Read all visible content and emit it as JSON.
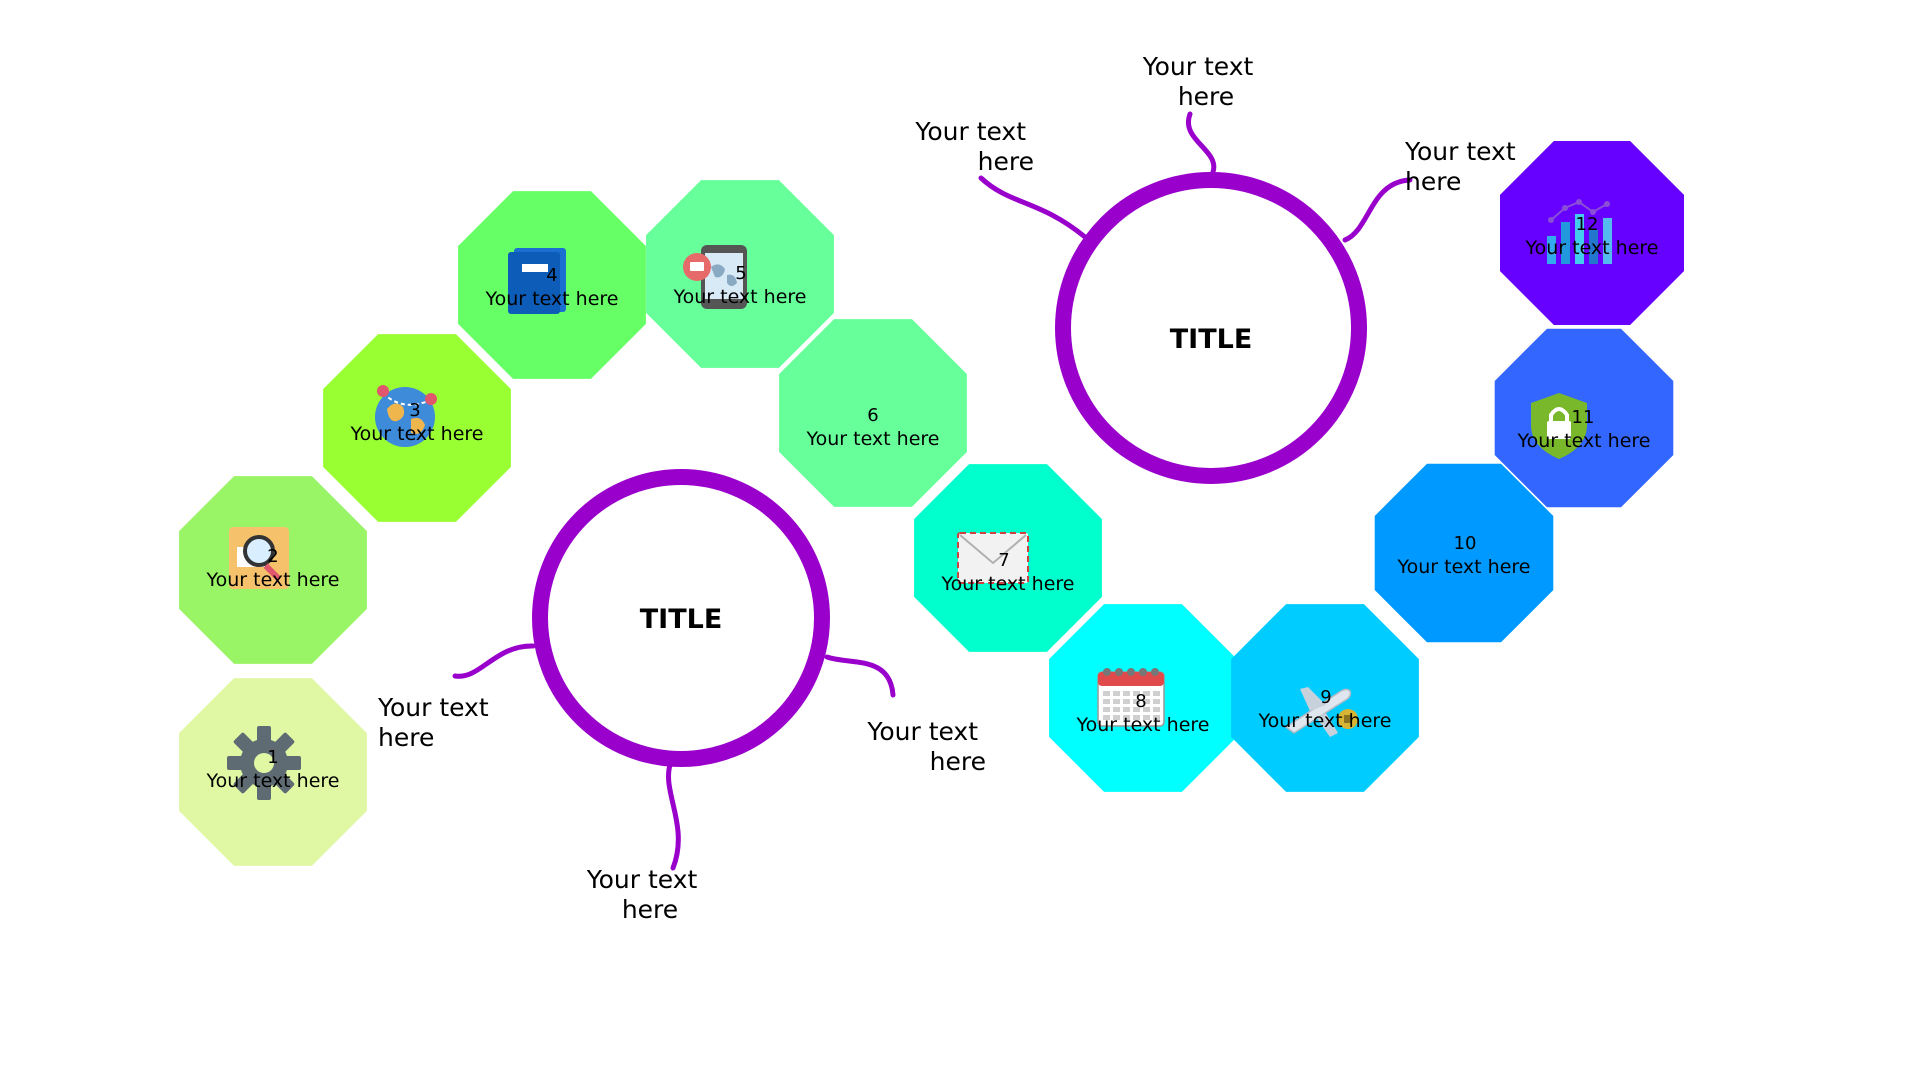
{
  "steps": [
    {
      "number": "1",
      "text": "Your text here",
      "color": "#e0f8a4",
      "icon": "gear-icon"
    },
    {
      "number": "2",
      "text": "Your text here",
      "color": "#99f566",
      "icon": "document-search-icon"
    },
    {
      "number": "3",
      "text": "Your text here",
      "color": "#99ff33",
      "icon": "globe-route-icon"
    },
    {
      "number": "4",
      "text": "Your text here",
      "color": "#66ff66",
      "icon": "book-icon"
    },
    {
      "number": "5",
      "text": "Your text here",
      "color": "#66ff99",
      "icon": "tablet-map-icon"
    },
    {
      "number": "6",
      "text": "Your text here",
      "color": "#66ff99",
      "icon": ""
    },
    {
      "number": "7",
      "text": "Your text here",
      "color": "#00ffcc",
      "icon": "envelope-icon"
    },
    {
      "number": "8",
      "text": "Your text here",
      "color": "#00ffff",
      "icon": "calendar-icon"
    },
    {
      "number": "9",
      "text": "Your text here",
      "color": "#00ccff",
      "icon": "airplane-icon"
    },
    {
      "number": "10",
      "text": "Your text here",
      "color": "#0099ff",
      "icon": ""
    },
    {
      "number": "11",
      "text": "Your text here",
      "color": "#3366ff",
      "icon": "shield-lock-icon"
    },
    {
      "number": "12",
      "text": "Your text here",
      "color": "#6600ff",
      "icon": "bar-chart-icon"
    }
  ],
  "hubs": [
    {
      "title": "TITLE",
      "ring_color": "#9900cc",
      "callouts": [
        {
          "lines": [
            "Your text",
            "here"
          ]
        },
        {
          "lines": [
            "Your text",
            "here"
          ]
        },
        {
          "lines": [
            "Your text",
            "here"
          ]
        }
      ]
    },
    {
      "title": "TITLE",
      "ring_color": "#9900cc",
      "callouts": [
        {
          "lines": [
            "Your text",
            "here"
          ]
        },
        {
          "lines": [
            "Your text",
            "here"
          ]
        },
        {
          "lines": [
            "Your text",
            "here"
          ]
        }
      ]
    }
  ]
}
